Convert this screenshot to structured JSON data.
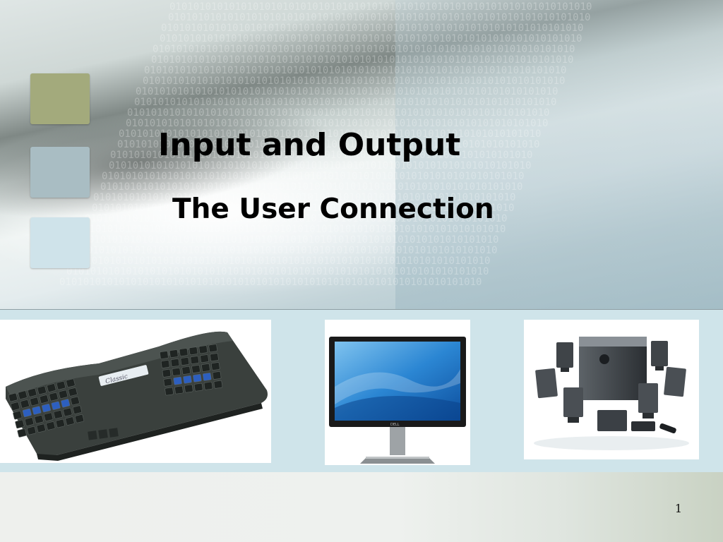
{
  "slide": {
    "title": "Input and Output",
    "subtitle": "The User Connection",
    "page_number": "1",
    "binary_pattern": "01010101010101010101010101010101010101010101010101010101010101010101010"
  },
  "images": [
    {
      "icon": "ergonomic-keyboard-image",
      "brand_label": "Classic"
    },
    {
      "icon": "flat-panel-monitor-image",
      "brand_label": "DELL"
    },
    {
      "icon": "surround-speaker-system-image"
    }
  ],
  "colors": {
    "square_olive": "#a3aa7c",
    "square_steel": "#a9bdc3",
    "square_pale": "#cfe3ea",
    "band": "#cfe4ea",
    "title_text": "#000000"
  }
}
